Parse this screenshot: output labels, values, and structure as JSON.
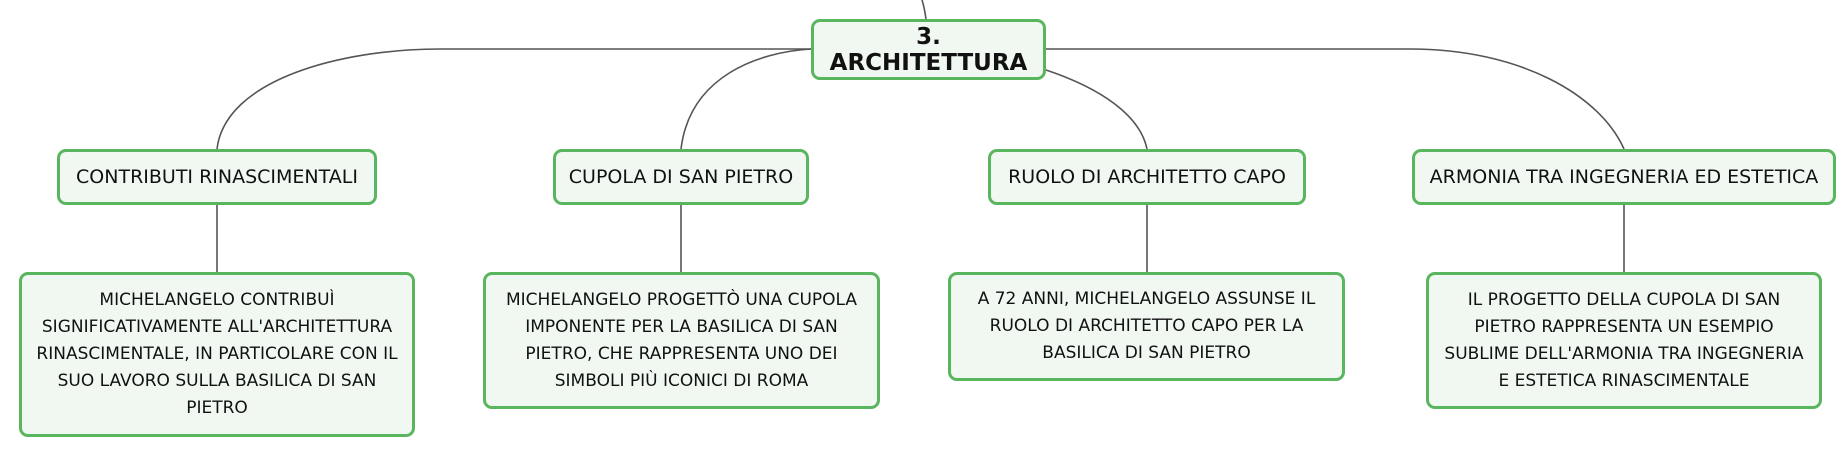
{
  "root": {
    "label": "3. ARCHITETTURA"
  },
  "branches": [
    {
      "label": "CONTRIBUTI RINASCIMENTALI",
      "detail": "MICHELANGELO CONTRIBUÌ SIGNIFICATIVAMENTE ALL'ARCHITETTURA RINASCIMENTALE, IN PARTICOLARE CON IL SUO LAVORO SULLA BASILICA DI SAN PIETRO"
    },
    {
      "label": "CUPOLA DI SAN PIETRO",
      "detail": "MICHELANGELO PROGETTÒ UNA CUPOLA IMPONENTE PER LA BASILICA DI SAN PIETRO, CHE RAPPRESENTA UNO DEI SIMBOLI PIÙ ICONICI DI ROMA"
    },
    {
      "label": "RUOLO DI ARCHITETTO CAPO",
      "detail": "A 72 ANNI, MICHELANGELO ASSUNSE IL RUOLO DI ARCHITETTO CAPO PER LA BASILICA DI SAN PIETRO"
    },
    {
      "label": "ARMONIA TRA INGEGNERIA ED ESTETICA",
      "detail": "IL PROGETTO DELLA CUPOLA DI SAN PIETRO RAPPRESENTA UN ESEMPIO SUBLIME DELL'ARMONIA TRA INGEGNERIA E ESTETICA RINASCIMENTALE"
    }
  ],
  "colors": {
    "node_border": "#5ab55f",
    "node_fill": "#f1f8f2",
    "connector": "#555555"
  }
}
